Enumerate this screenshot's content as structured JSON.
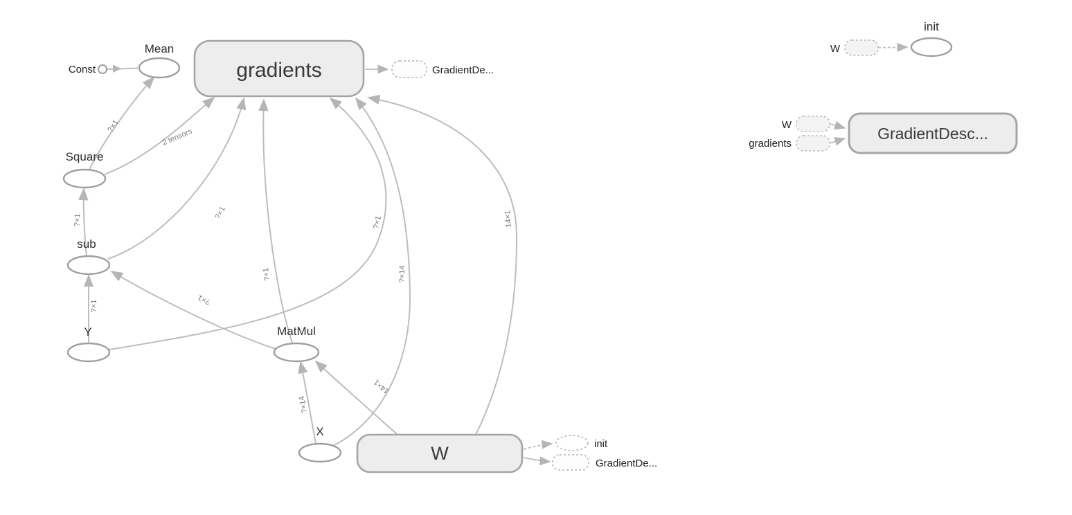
{
  "colors": {
    "namespace_fill": "#ededed",
    "op_fill": "#ffffff",
    "node_stroke": "#9e9e9e",
    "edge_stroke": "#bdbdbd",
    "label_text": "#2f2f2f",
    "edge_label_text": "#7a7a7a"
  },
  "graph": {
    "nodes": {
      "const": {
        "label": "Const"
      },
      "mean": {
        "label": "Mean"
      },
      "gradients": {
        "label": "gradients"
      },
      "square": {
        "label": "Square"
      },
      "sub": {
        "label": "sub"
      },
      "y": {
        "label": "Y"
      },
      "matmul": {
        "label": "MatMul"
      },
      "x": {
        "label": "X"
      },
      "w": {
        "label": "W"
      }
    },
    "outputs": {
      "gradients_out": {
        "label": "GradientDe..."
      },
      "w_init": {
        "label": "init"
      },
      "w_gd": {
        "label": "GradientDe..."
      }
    },
    "edge_labels": {
      "square_mean": "?×1",
      "square_gradients": "2 tensors",
      "sub_square": "?×1",
      "sub_gradients": "?×1",
      "y_sub": "?×1",
      "matmul_sub": "?×1",
      "matmul_gradients": "?×1",
      "y_gradients": "?×1",
      "x_gradients": "?×14",
      "w_gradients": "14×1",
      "x_matmul": "?×14",
      "w_matmul": "14×1"
    }
  },
  "aux": {
    "init_group": {
      "input": "W",
      "node": "init"
    },
    "gd_group": {
      "input1": "W",
      "input2": "gradients",
      "node": "GradientDesc..."
    }
  }
}
